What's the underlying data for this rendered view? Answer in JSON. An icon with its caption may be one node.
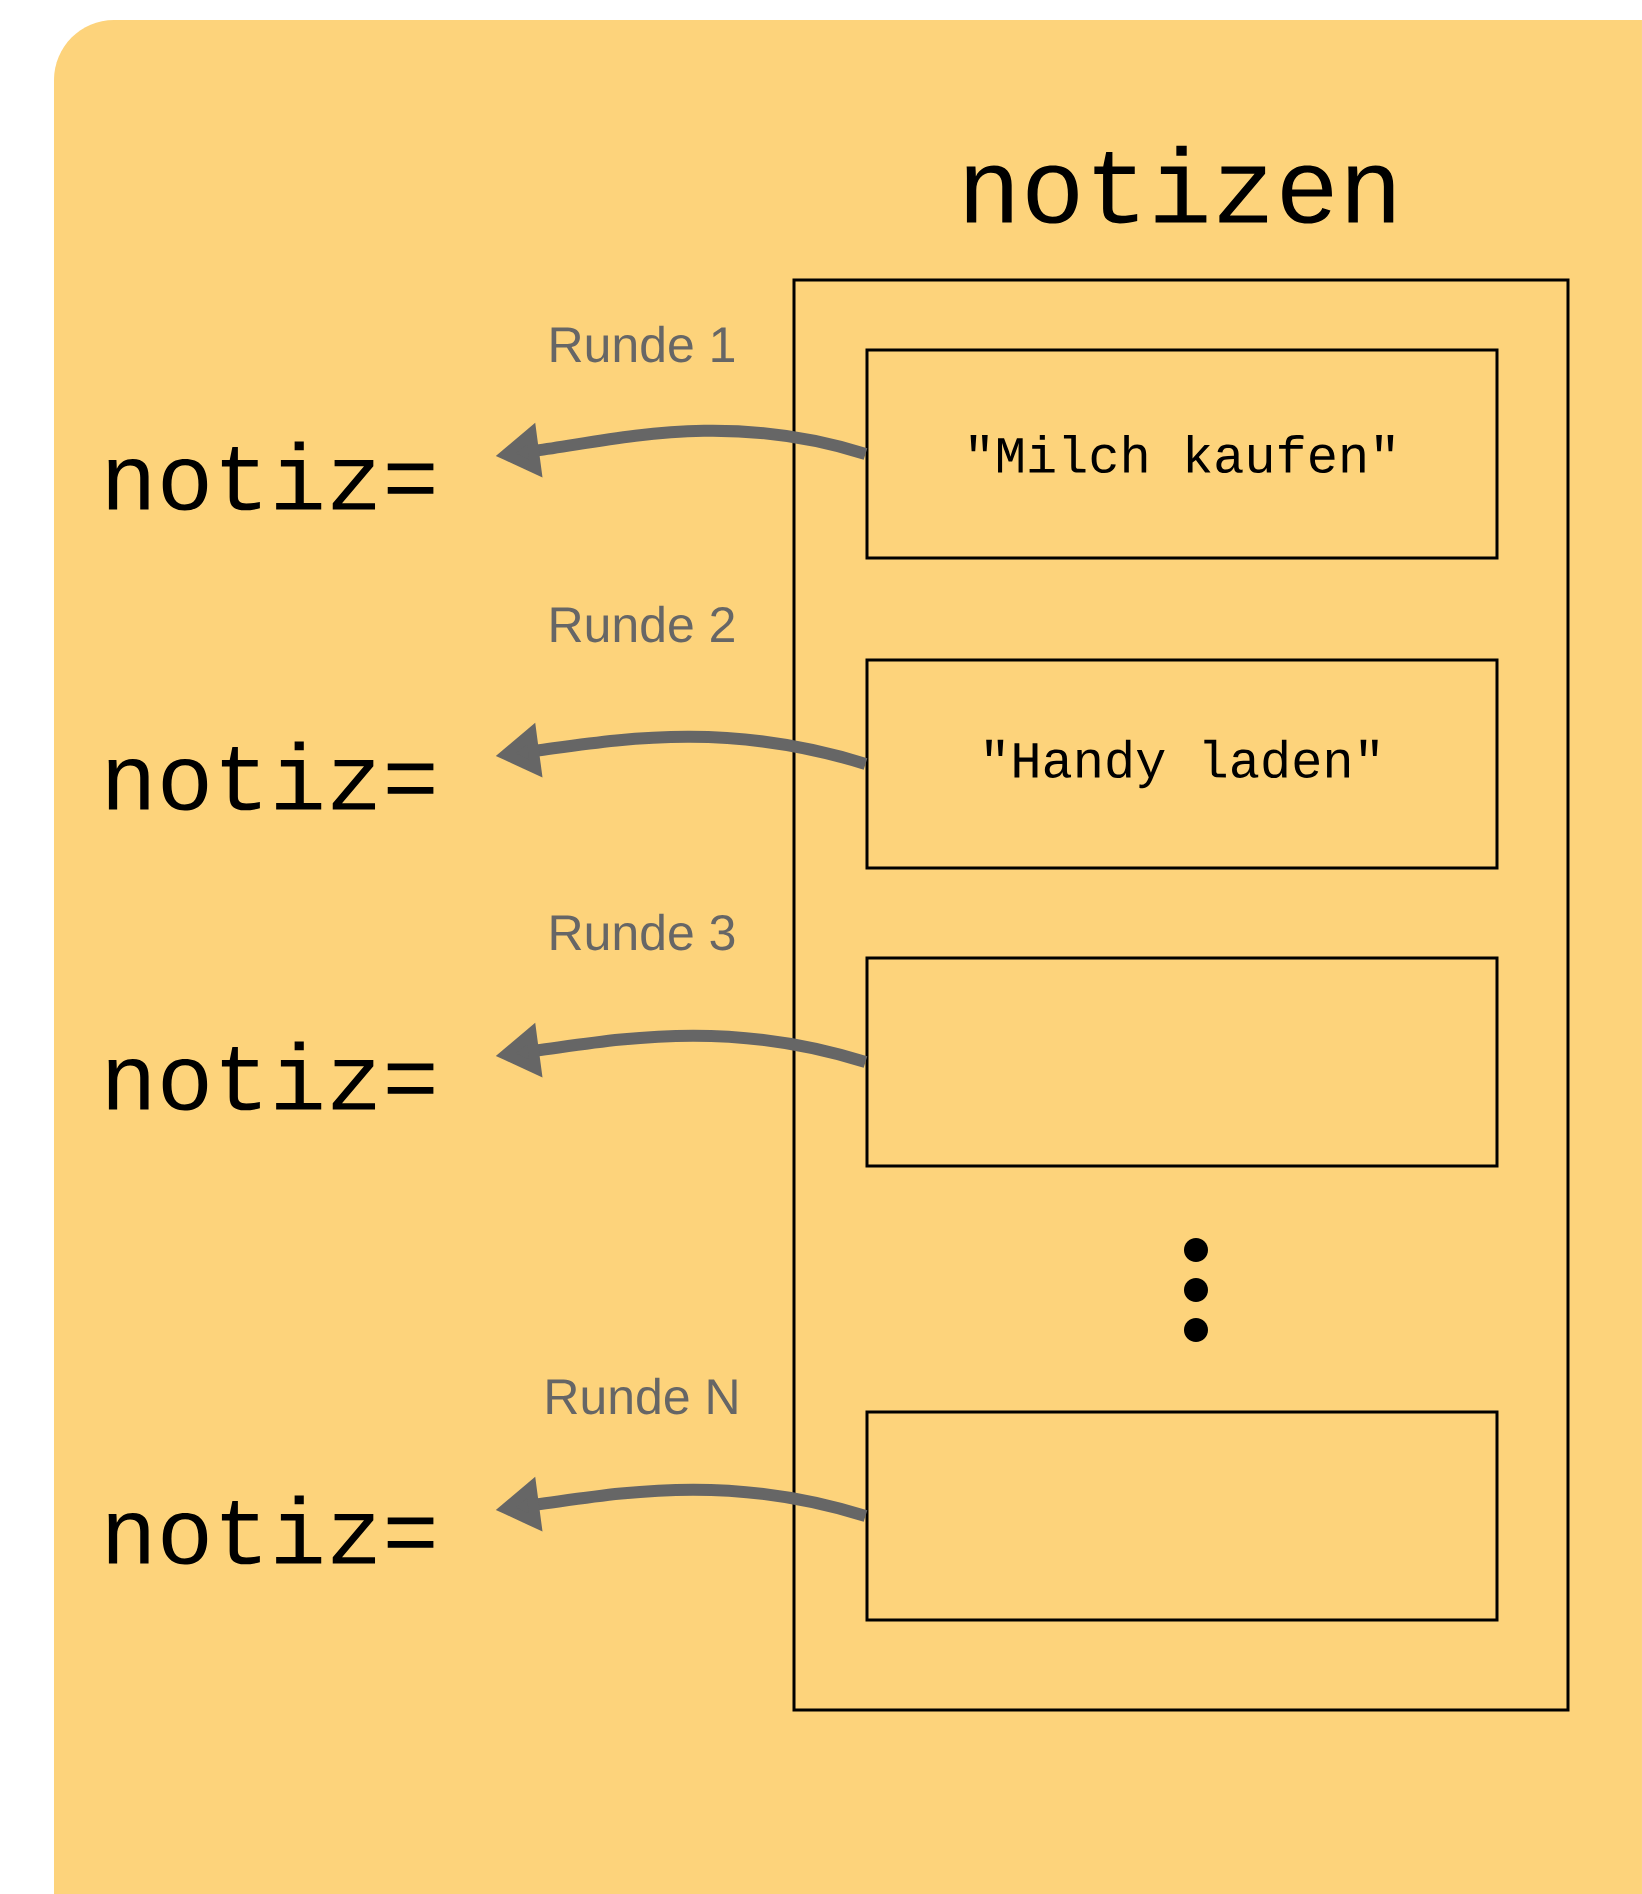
{
  "diagram": {
    "nodes": [
      {
        "text": [
          "notizen"
        ]
      },
      {
        "text": [
          "\"Milch kaufen\""
        ],
        "in": 0
      },
      {
        "text": [
          "\"Handy laden\""
        ],
        "in": 0
      },
      {
        "text": [],
        "shape": "box",
        "in": 0
      },
      {
        "text": [],
        "shape": "box",
        "in": 0
      },
      {
        "text": [
          "notiz="
        ]
      },
      {
        "text": [
          "notiz="
        ]
      },
      {
        "text": [
          "notiz="
        ]
      },
      {
        "text": [
          "notiz="
        ]
      }
    ],
    "edges": [
      {
        "from": 1,
        "to": 5,
        "arrow": "to",
        "label": "Runde 1"
      },
      {
        "from": 2,
        "to": 6,
        "arrow": "to",
        "label": "Runde 2"
      },
      {
        "from": 3,
        "to": 7,
        "arrow": "to",
        "label": "Runde 3"
      },
      {
        "from": 4,
        "to": 8,
        "arrow": "to",
        "label": "Runde N"
      }
    ]
  }
}
